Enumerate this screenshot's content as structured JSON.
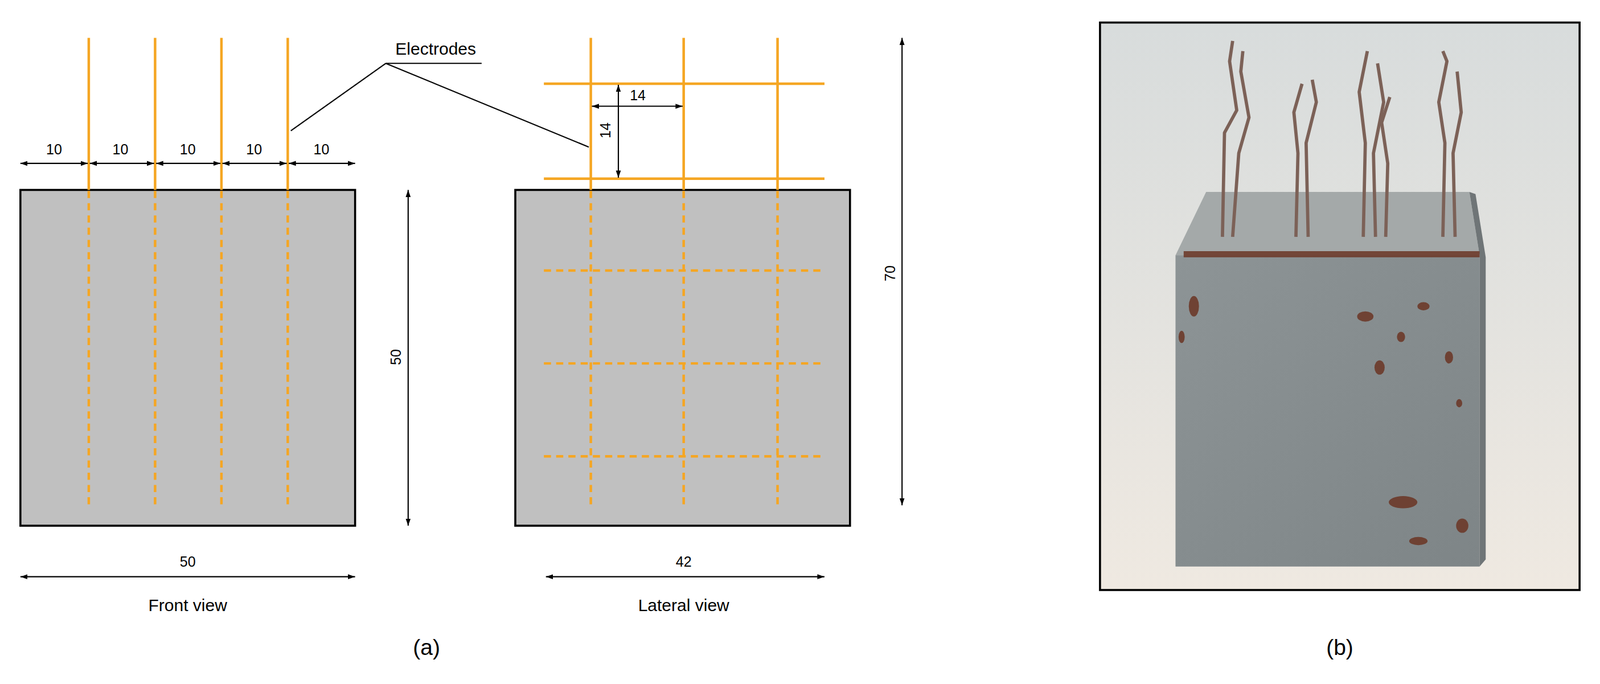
{
  "diagram": {
    "labels": [
      "Electrodes",
      "10",
      "10",
      "10",
      "10",
      "10",
      "14",
      "14",
      "50",
      "70",
      "50",
      "42",
      "Front view",
      "Lateral view",
      "(a)",
      "(b)"
    ]
  }
}
